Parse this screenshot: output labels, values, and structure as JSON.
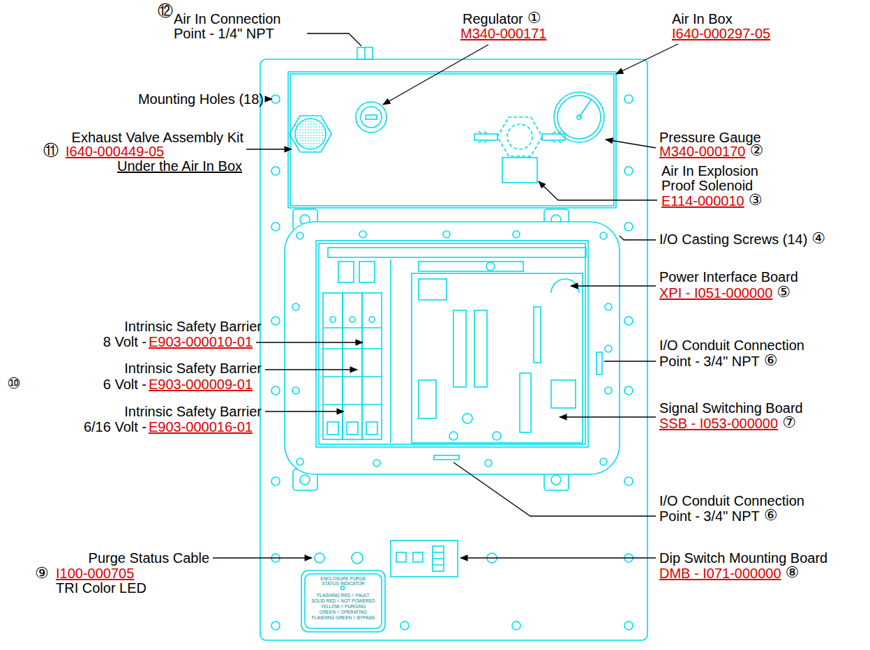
{
  "diagram": {
    "labels": [
      "⑫",
      "Air In Connection",
      "Point - 1/4\" NPT",
      "Regulator",
      "①",
      "M340-000171",
      "Air In Box",
      "I640-000297-05",
      "Mounting Holes (18)",
      "Exhaust Valve Assembly Kit",
      "⑪",
      "I640-000449-05",
      "Under the Air In Box",
      "Pressure Gauge",
      "M340-000170",
      "②",
      "Air In Explosion",
      "Proof Solenoid",
      "E114-000010",
      "③",
      "I/O Casting Screws (14)",
      "④",
      "Power Interface Board",
      "XPI - I051-000000",
      "⑤",
      "Intrinsic Safety Barrier",
      "8 Volt -",
      "E903-000010-01",
      "⑩",
      "Intrinsic Safety Barrier",
      "6 Volt -",
      "E903-000009-01",
      "Intrinsic Safety Barrier",
      "6/16 Volt -",
      "E903-000016-01",
      "I/O Conduit Connection",
      "Point - 3/4\" NPT",
      "⑥",
      "Signal Switching Board",
      "SSB - I053-000000",
      "⑦",
      "I/O Conduit Connection",
      "Point - 3/4\" NPT",
      "⑥",
      "Purge Status Cable",
      "⑨",
      "I100-000705",
      "TRI Color LED",
      "Dip Switch Mounting Board",
      "DMB - I071-000000",
      "⑧",
      "ENCLOSURE PURGE",
      "STATUS INDICATOR",
      "FLASHING RED = FAULT",
      "SOLID RED = NOT POWERED",
      "YELLOW = PURGING",
      "GREEN = OPERATING",
      "FLASHING GREEN = BYPASS"
    ]
  }
}
